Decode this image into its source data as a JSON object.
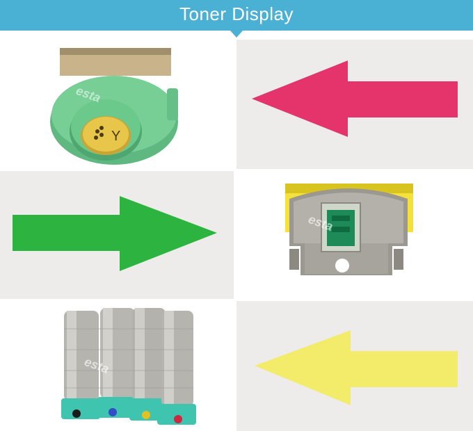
{
  "header": {
    "title": "Toner Display"
  },
  "watermark": "esta",
  "cartridge_label": "Y",
  "colors": {
    "banner": "#4bb1d4",
    "magenta_arrow": "#e5336b",
    "green_arrow": "#2db340",
    "yellow_arrow": "#f2ec6a",
    "cartridge_cap": "#67c486",
    "cartridge_teal": "#3fc4b0"
  },
  "arrows": [
    {
      "name": "magenta-arrow",
      "direction": "left"
    },
    {
      "name": "green-arrow",
      "direction": "right"
    },
    {
      "name": "yellow-arrow",
      "direction": "left"
    }
  ]
}
